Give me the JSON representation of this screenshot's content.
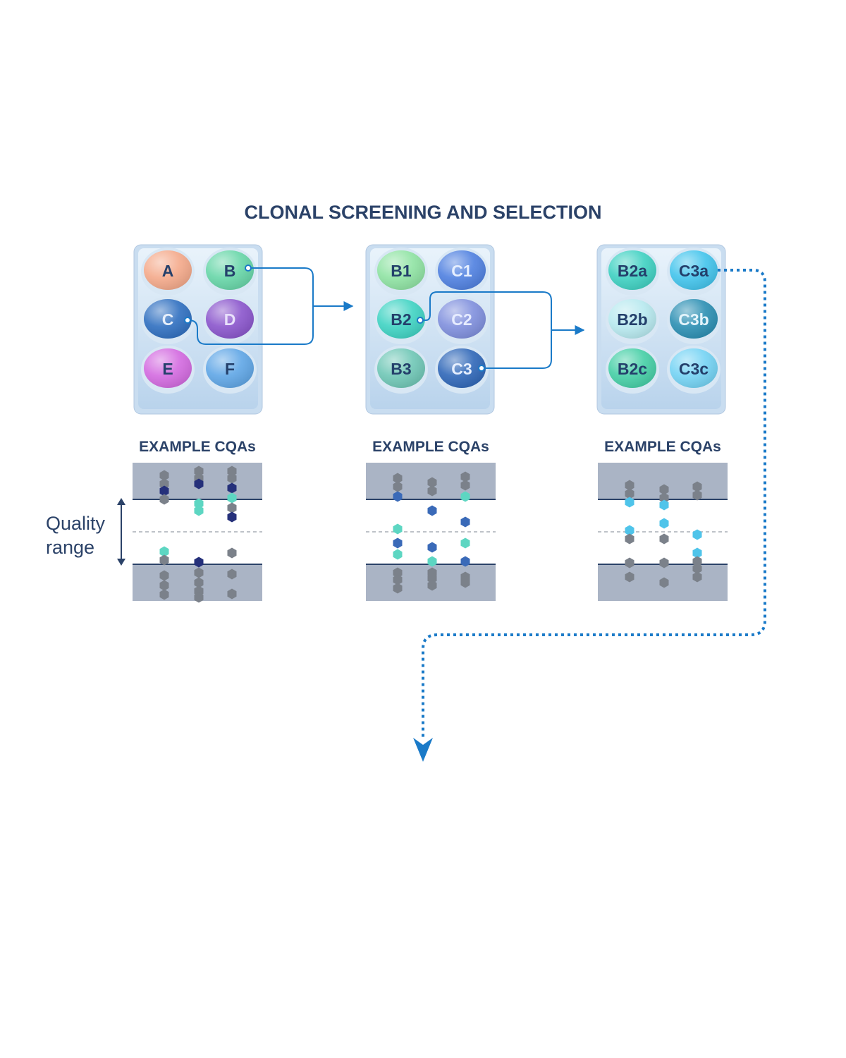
{
  "title": "CLONAL SCREENING AND SELECTION",
  "plates": [
    {
      "wells": [
        {
          "label": "A",
          "color": "#f4a98a"
        },
        {
          "label": "B",
          "color": "#67d6a8"
        },
        {
          "label": "C",
          "color": "#2f6fc0"
        },
        {
          "label": "D",
          "color": "#8a55cc"
        },
        {
          "label": "E",
          "color": "#d36ae0"
        },
        {
          "label": "F",
          "color": "#5fa6e6"
        }
      ],
      "cqa_label": "EXAMPLE CQAs"
    },
    {
      "wells": [
        {
          "label": "B1",
          "color": "#8fe3a3"
        },
        {
          "label": "C1",
          "color": "#4f80e0"
        },
        {
          "label": "B2",
          "color": "#3fd3c3"
        },
        {
          "label": "C2",
          "color": "#7f8fdd"
        },
        {
          "label": "B3",
          "color": "#6fc7b6"
        },
        {
          "label": "C3",
          "color": "#2f67b8"
        }
      ],
      "cqa_label": "EXAMPLE CQAs"
    },
    {
      "wells": [
        {
          "label": "B2a",
          "color": "#3fd1c2"
        },
        {
          "label": "C3a",
          "color": "#42c4ec"
        },
        {
          "label": "B2b",
          "color": "#b7e9ef"
        },
        {
          "label": "C3b",
          "color": "#2b8fb3"
        },
        {
          "label": "B2c",
          "color": "#45cfa6"
        },
        {
          "label": "C3c",
          "color": "#74d3f4"
        }
      ],
      "cqa_label": "EXAMPLE CQAs"
    }
  ],
  "quality_range": {
    "line1": "Quality",
    "line2": "range"
  },
  "colors": {
    "title": "#2b4268",
    "connector": "#1a7ac8",
    "band": "#aab4c5",
    "band_line": "#2b4268",
    "gray_marker": "#7b818a",
    "navy_marker": "#25307a",
    "teal_marker": "#5dd6c2",
    "blue_marker": "#3a6ab8",
    "cyan_marker": "#4fc4ea"
  },
  "cqa_markers": [
    [
      [
        "gray",
        "gray",
        "navy",
        "gray",
        "teal",
        "gray",
        "gray",
        "gray",
        "gray"
      ],
      [
        "gray",
        "gray",
        "navy",
        "teal",
        "teal",
        "navy",
        "gray",
        "gray",
        "gray",
        "gray"
      ],
      [
        "gray",
        "gray",
        "navy",
        "teal",
        "gray",
        "navy",
        "gray",
        "gray",
        "gray"
      ]
    ],
    [
      [
        "gray",
        "gray",
        "blue",
        "teal",
        "blue",
        "teal",
        "gray",
        "gray",
        "gray"
      ],
      [
        "gray",
        "gray",
        "blue",
        "blue",
        "teal",
        "gray",
        "gray",
        "gray"
      ],
      [
        "gray",
        "gray",
        "teal",
        "blue",
        "teal",
        "blue",
        "gray",
        "gray",
        "gray"
      ]
    ],
    [
      [
        "gray",
        "gray",
        "cyan",
        "cyan",
        "gray",
        "gray",
        "gray"
      ],
      [
        "gray",
        "gray",
        "cyan",
        "cyan",
        "gray",
        "gray",
        "gray"
      ],
      [
        "gray",
        "gray",
        "cyan",
        "cyan",
        "gray",
        "gray",
        "gray"
      ]
    ]
  ]
}
